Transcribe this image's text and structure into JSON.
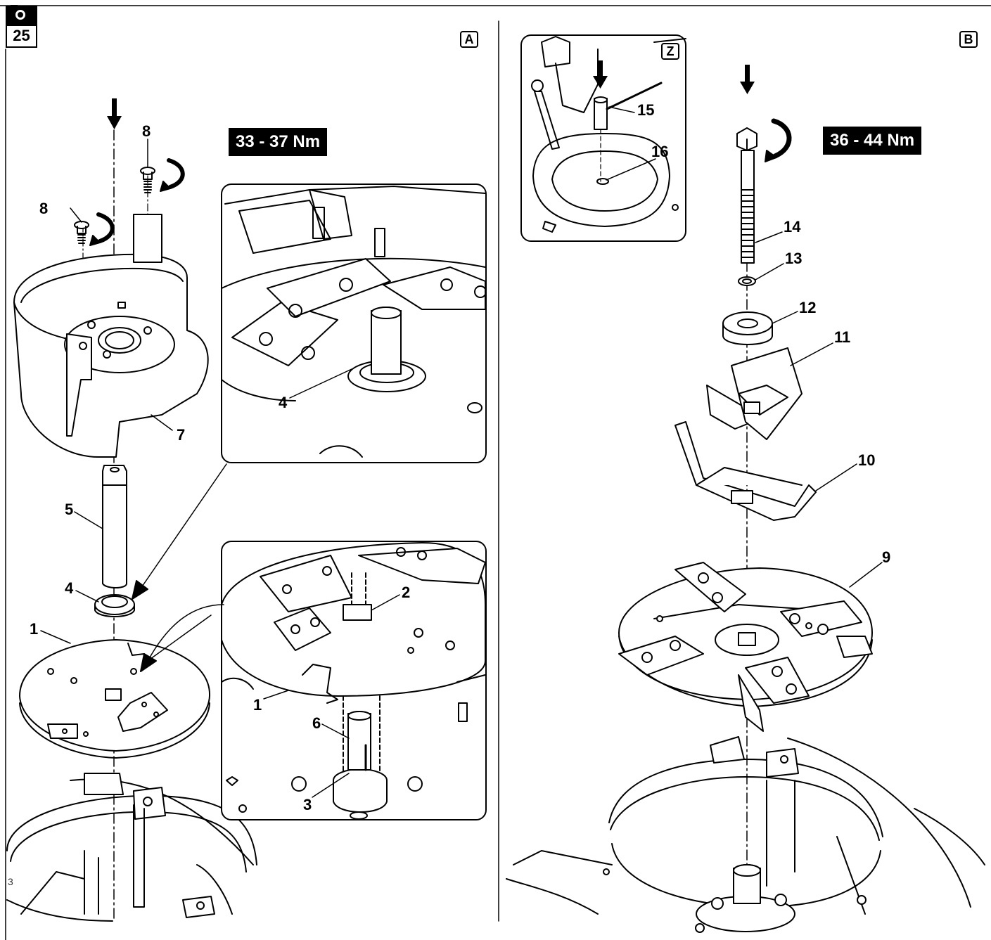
{
  "figure": {
    "number": "25",
    "icon": "camera-icon"
  },
  "panel_a": {
    "letter": "A",
    "torque": "33 - 37 Nm",
    "callouts": [
      "8",
      "8",
      "7",
      "5",
      "4",
      "1",
      "4",
      "2",
      "1",
      "6",
      "3"
    ],
    "stray_mark": "3"
  },
  "panel_b": {
    "letter": "B",
    "torque": "36 - 44 Nm",
    "callouts": [
      "14",
      "13",
      "12",
      "11",
      "10",
      "9"
    ],
    "inset": {
      "letter": "Z",
      "callouts": [
        "15",
        "16"
      ]
    }
  }
}
